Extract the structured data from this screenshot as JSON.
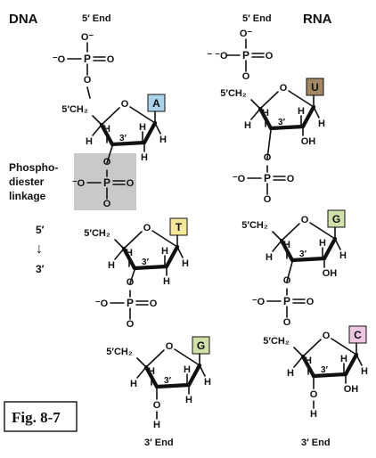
{
  "headers": {
    "dna": "DNA",
    "rna": "RNA"
  },
  "ends": {
    "five_end": "5′ End",
    "three_end": "3′ End"
  },
  "side": {
    "linkage_line1": "Phospho-",
    "linkage_line2": "diester",
    "linkage_line3": "linkage",
    "dir_top": "5′",
    "dir_arrow": "↓",
    "dir_bottom": "3′"
  },
  "figure_label": "Fig. 8-7",
  "atoms": {
    "o_minus": "O⁻",
    "minus_o": "⁻O",
    "minus_minus_o": "⁻ ⁻O",
    "o": "O",
    "p": "P",
    "h": "H",
    "oh": "OH",
    "ch2_5prime": "5′CH₂",
    "c3_prime": "3′"
  },
  "dna_bases": [
    {
      "letter": "A",
      "color": "#a9d3ea"
    },
    {
      "letter": "T",
      "color": "#f5e79a"
    },
    {
      "letter": "G",
      "color": "#cfe0a8"
    }
  ],
  "rna_bases": [
    {
      "letter": "U",
      "color": "#a38763"
    },
    {
      "letter": "G",
      "color": "#cfe0a8"
    },
    {
      "letter": "C",
      "color": "#efc6e1"
    }
  ],
  "colors": {
    "highlight_gray": "#c9c9c9",
    "ink": "#111111"
  }
}
